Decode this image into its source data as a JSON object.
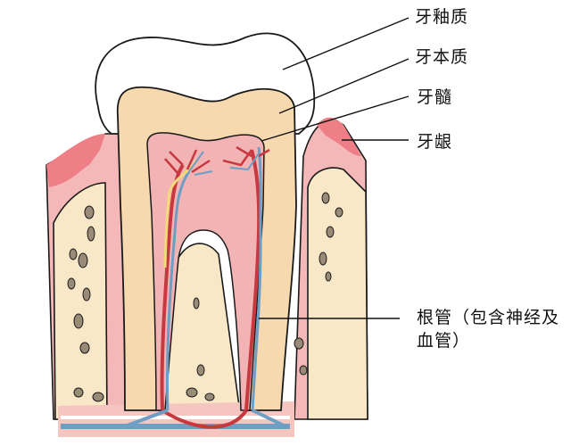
{
  "diagram": {
    "title": "Tooth cross-section anatomy",
    "colors": {
      "enamel": "#ffffff",
      "dentin": "#f6d9ae",
      "pulp": "#f2b3b5",
      "gum": "#ef7f86",
      "gum_light": "#f5b8b8",
      "bone": "#f9e8c8",
      "bone_spots": "#9a8a78",
      "artery": "#c8383f",
      "vein": "#6e9ec4",
      "nerve": "#f3d97a",
      "outline": "#1a1a1a"
    },
    "labels": [
      {
        "id": "enamel",
        "text": "牙釉质"
      },
      {
        "id": "dentin",
        "text": "牙本质"
      },
      {
        "id": "pulp",
        "text": "牙髓"
      },
      {
        "id": "gum",
        "text": "牙龈"
      },
      {
        "id": "root_canal",
        "text": "根管（包含神经及血管）"
      }
    ]
  }
}
